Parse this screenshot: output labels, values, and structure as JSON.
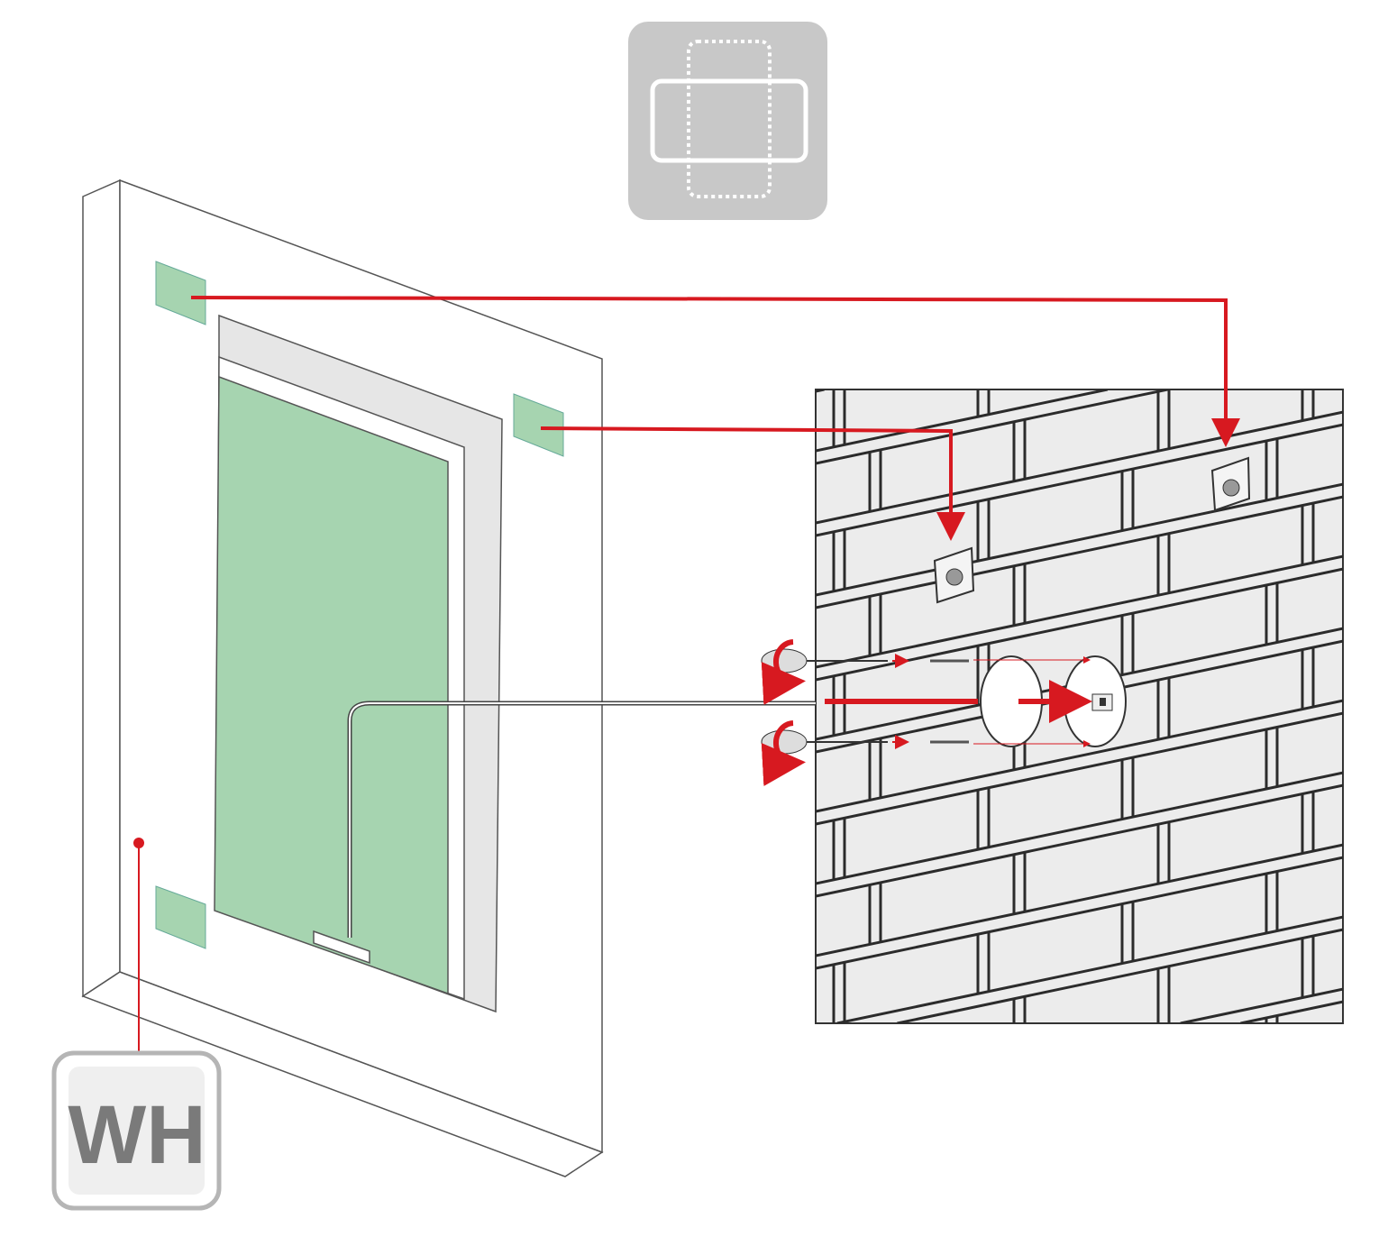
{
  "badge": {
    "label": "WH"
  },
  "colors": {
    "accent_red": "#d71920",
    "mounting_green": "#a6d4b0",
    "wall_gray": "#ececec",
    "icon_gray": "#c8c8c8",
    "badge_text": "#7a7a7a"
  },
  "icons": [
    "orientation-icon",
    "mirror-panel",
    "brick-wall",
    "wall-bracket",
    "screwdriver-icon",
    "junction-box",
    "wh-badge"
  ]
}
